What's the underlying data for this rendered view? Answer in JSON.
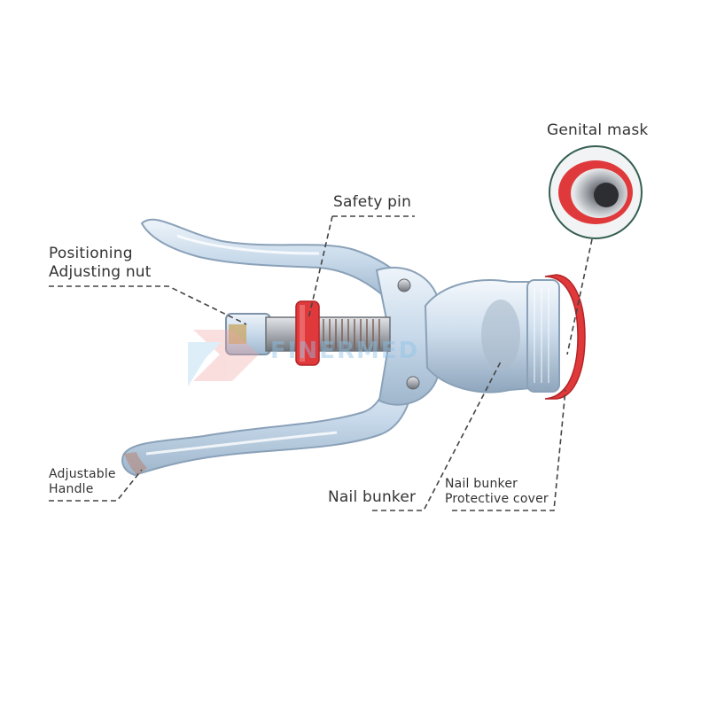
{
  "labels": {
    "genital_mask": "Genital mask",
    "safety_pin": "Safety pin",
    "positioning_adjusting_nut": [
      "Positioning",
      "Adjusting nut"
    ],
    "adjustable_handle": [
      "Adjustable",
      "Handle"
    ],
    "nail_bunker": "Nail bunker",
    "nail_bunker_protective_cover": [
      "Nail bunker",
      "Protective cover"
    ]
  },
  "watermark": "FINERMED",
  "colors": {
    "label_text": "#333333",
    "leader_line": "#444444",
    "accent_red": "#e0393b",
    "clear_plastic": "#b9cfe2",
    "metal": "#a9adb3"
  }
}
